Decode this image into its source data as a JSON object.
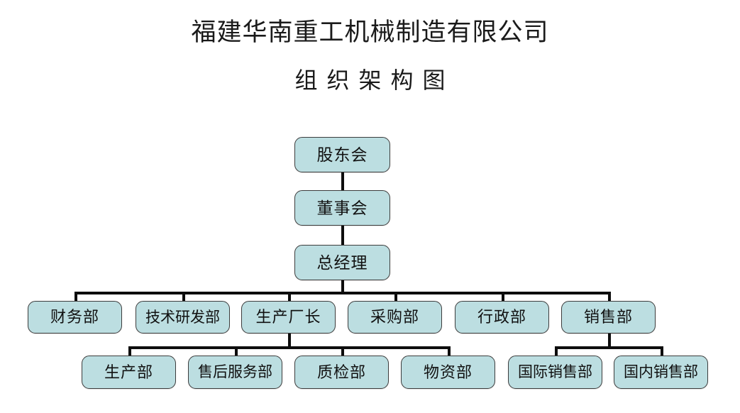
{
  "document": {
    "title_main": "福建华南重工机械制造有限公司",
    "title_sub": "组织架构图"
  },
  "theme": {
    "node_fill": "#bcdee1",
    "node_border": "#3c3c3c",
    "connector_color": "#0d0d0d",
    "page_background": "#ffffff",
    "text_color": "#111111"
  },
  "chart_data": {
    "type": "diagram",
    "diagram_kind": "organizational-chart",
    "title": "福建华南重工机械制造有限公司 组织架构图",
    "levels": [
      {
        "level": 1,
        "nodes": [
          "股东会"
        ]
      },
      {
        "level": 2,
        "nodes": [
          "董事会"
        ]
      },
      {
        "level": 3,
        "nodes": [
          "总经理"
        ]
      },
      {
        "level": 4,
        "nodes": [
          "财务部",
          "技术研发部",
          "生产厂长",
          "采购部",
          "行政部",
          "销售部"
        ]
      },
      {
        "level": 5,
        "nodes": [
          "生产部",
          "售后服务部",
          "质检部",
          "物资部",
          "国际销售部",
          "国内销售部"
        ]
      }
    ],
    "edges": [
      {
        "from": "股东会",
        "to": "董事会"
      },
      {
        "from": "董事会",
        "to": "总经理"
      },
      {
        "from": "总经理",
        "to": "财务部"
      },
      {
        "from": "总经理",
        "to": "技术研发部"
      },
      {
        "from": "总经理",
        "to": "生产厂长"
      },
      {
        "from": "总经理",
        "to": "采购部"
      },
      {
        "from": "总经理",
        "to": "行政部"
      },
      {
        "from": "总经理",
        "to": "销售部"
      },
      {
        "from": "生产厂长",
        "to": "生产部"
      },
      {
        "from": "生产厂长",
        "to": "售后服务部"
      },
      {
        "from": "生产厂长",
        "to": "质检部"
      },
      {
        "from": "生产厂长",
        "to": "物资部"
      },
      {
        "from": "销售部",
        "to": "国际销售部"
      },
      {
        "from": "销售部",
        "to": "国内销售部"
      }
    ]
  },
  "nodes": {
    "shareholders": "股东会",
    "board": "董事会",
    "general_manager": "总经理",
    "finance": "财务部",
    "rnd": "技术研发部",
    "production_chief": "生产厂长",
    "purchasing": "采购部",
    "administration": "行政部",
    "sales": "销售部",
    "production": "生产部",
    "after_sales": "售后服务部",
    "quality": "质检部",
    "materials": "物资部",
    "intl_sales": "国际销售部",
    "domestic_sales": "国内销售部"
  }
}
